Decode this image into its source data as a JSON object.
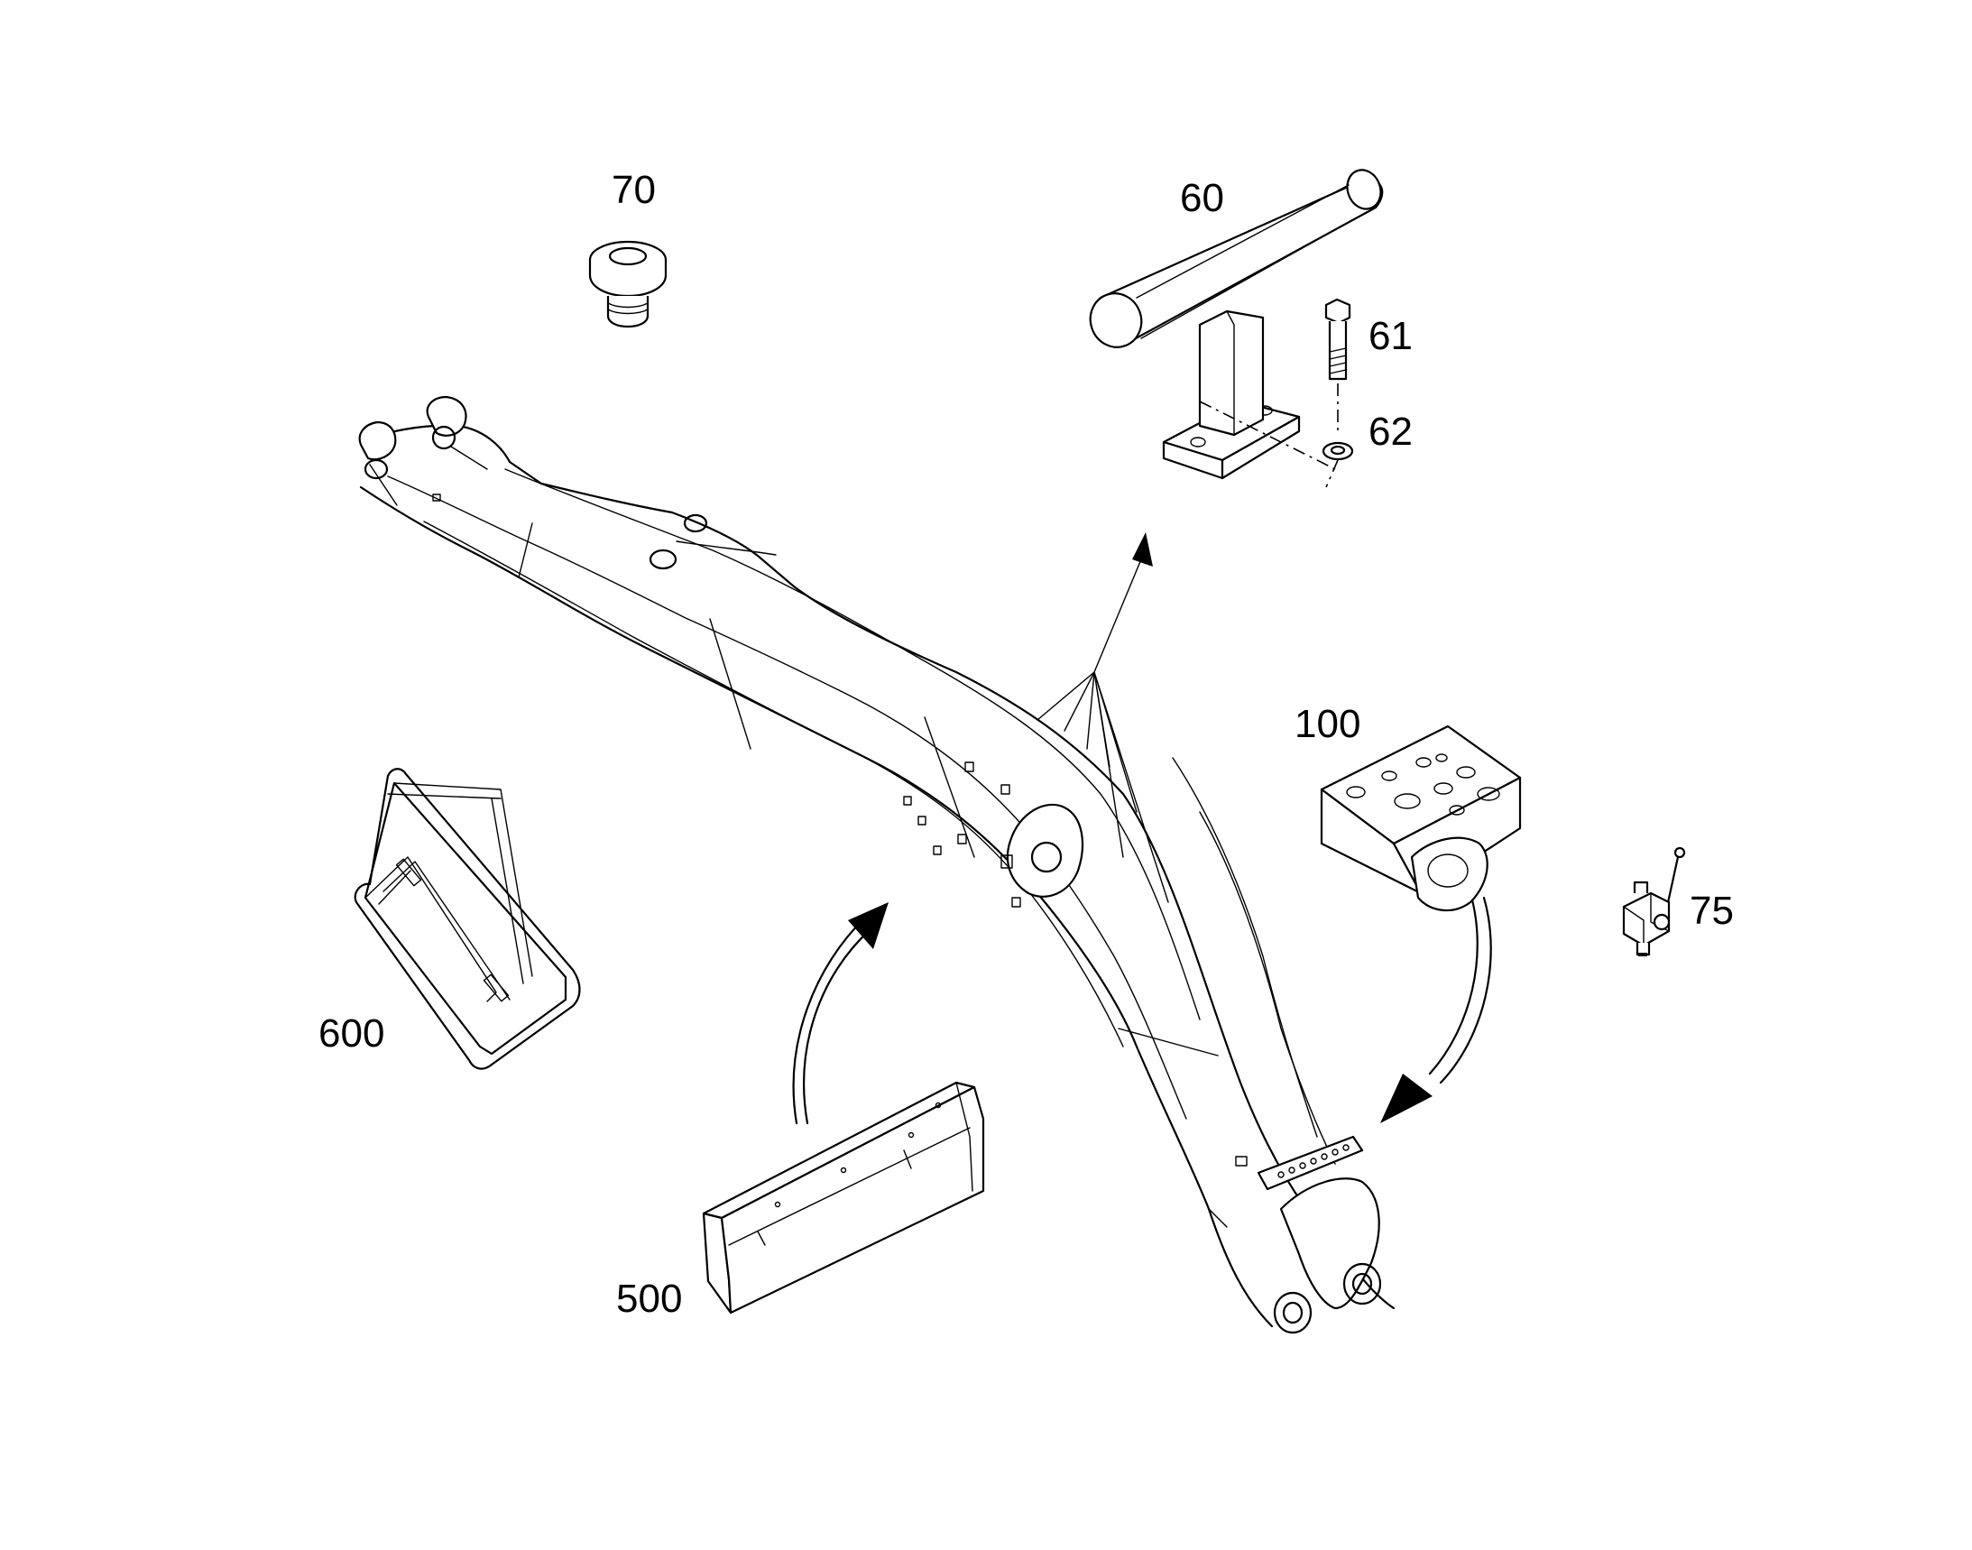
{
  "diagram": {
    "callouts": {
      "c70": "70",
      "c60": "60",
      "c61": "61",
      "c62": "62",
      "c100": "100",
      "c75": "75",
      "c600": "600",
      "c500": "500"
    }
  }
}
